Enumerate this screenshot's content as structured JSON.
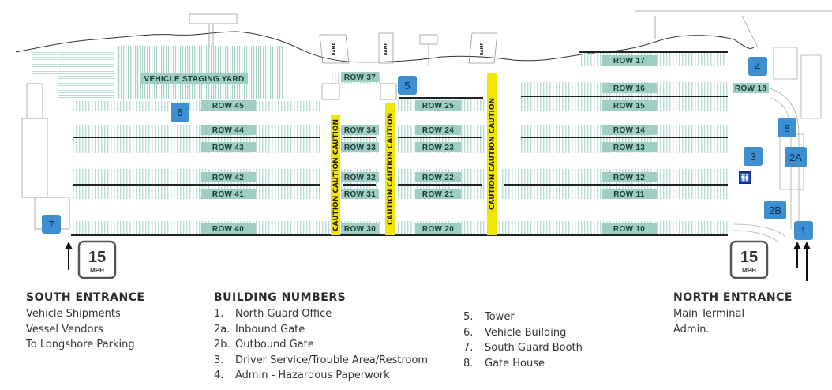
{
  "rows": {
    "r17": "ROW 17",
    "r16": "ROW 16",
    "r15": "ROW 15",
    "r14": "ROW 14",
    "r13": "ROW 13",
    "r12": "ROW 12",
    "r11": "ROW 11",
    "r10": "ROW 10",
    "r18": "ROW 18",
    "r25": "ROW 25",
    "r24": "ROW 24",
    "r23": "ROW 23",
    "r22": "ROW 22",
    "r21": "ROW 21",
    "r20": "ROW 20",
    "r37": "ROW 37",
    "r34": "ROW 34",
    "r33": "ROW 33",
    "r32": "ROW 32",
    "r31": "ROW 31",
    "r30": "ROW 30",
    "r45": "ROW 45",
    "r44": "ROW 44",
    "r43": "ROW 43",
    "r42": "ROW 42",
    "r41": "ROW 41",
    "r40": "ROW 40"
  },
  "staging_yard": "VEHICLE STAGING YARD",
  "ramp_label": "RAMP",
  "caution_text": "CAUTION CAUTION CAUTION",
  "badges": {
    "b1": "1",
    "b2a": "2A",
    "b2b": "2B",
    "b3": "3",
    "b4": "4",
    "b5": "5",
    "b6": "6",
    "b7": "7",
    "b8": "8"
  },
  "speed_sign": {
    "number": "15",
    "unit": "MPH"
  },
  "south_entrance": {
    "title": "SOUTH ENTRANCE",
    "lines": [
      "Vehicle Shipments",
      "Vessel Vendors",
      "To Longshore Parking"
    ]
  },
  "north_entrance": {
    "title": "NORTH ENTRANCE",
    "lines": [
      "Main Terminal",
      "Admin."
    ]
  },
  "building_numbers": {
    "title": "BUILDING NUMBERS",
    "col1": [
      {
        "num": "1.",
        "label": "North Guard Office"
      },
      {
        "num": "2a.",
        "label": "Inbound Gate"
      },
      {
        "num": "2b.",
        "label": "Outbound Gate"
      },
      {
        "num": "3.",
        "label": "Driver Service/Trouble Area/Restroom"
      },
      {
        "num": "4.",
        "label": "Admin - Hazardous Paperwork"
      }
    ],
    "col2": [
      {
        "num": "5.",
        "label": "Tower"
      },
      {
        "num": "6.",
        "label": "Vehicle Building"
      },
      {
        "num": "7.",
        "label": "South Guard Booth"
      },
      {
        "num": "8.",
        "label": "Gate House"
      }
    ]
  },
  "colors": {
    "row_fill": "#9fcfc4",
    "badge_fill": "#3d8fd1",
    "caution_yellow": "#f3e600",
    "stall_line": "#b9ddd4"
  }
}
